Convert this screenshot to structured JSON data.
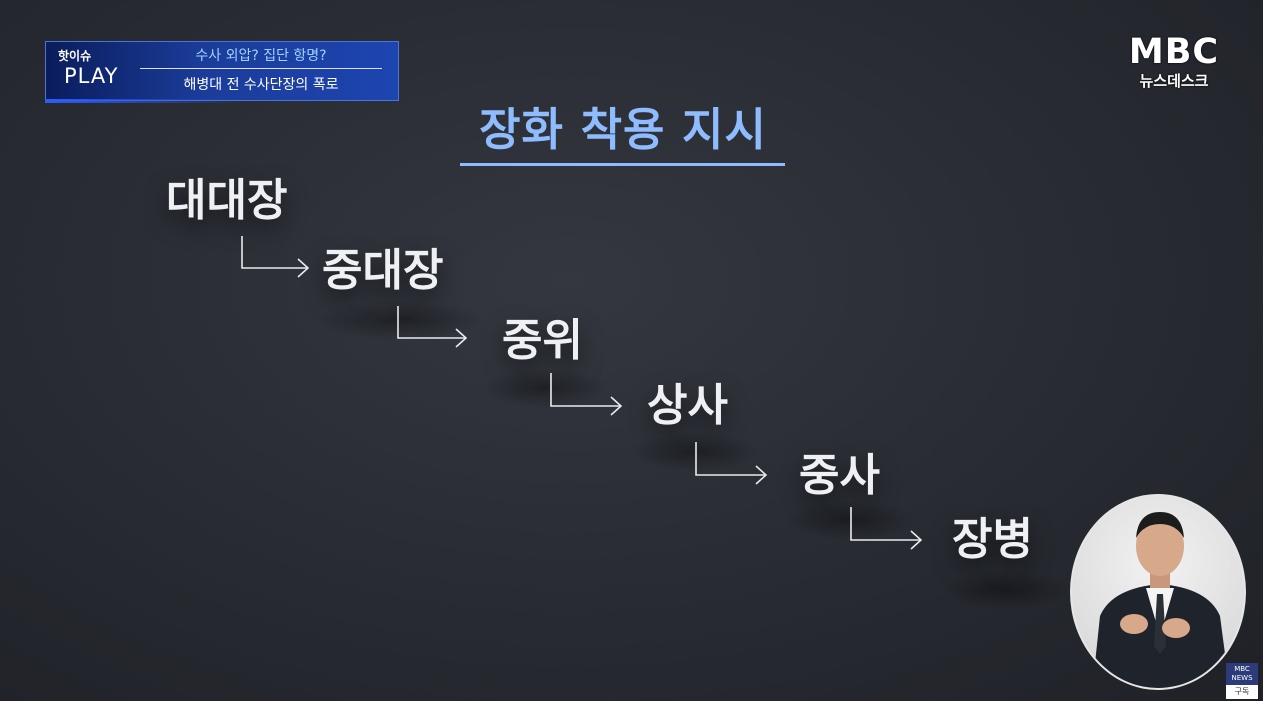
{
  "banner": {
    "program_small": "핫이슈",
    "program_big": "PLAY",
    "headline": "수사 외압? 집단 항명?",
    "subheadline": "해병대 전 수사단장의 폭로"
  },
  "broadcaster": {
    "logo": "MBC",
    "program": "뉴스데스크"
  },
  "title": "장화 착용 지시",
  "chain": [
    "대대장",
    "중대장",
    "중위",
    "상사",
    "중사",
    "장병"
  ],
  "corner_badge": {
    "logo": "MBC",
    "sub": "NEWS",
    "subscribe": "구독"
  },
  "colors": {
    "title": "#8fbcff",
    "banner_bg": "#1b3c9a",
    "text": "#eef0f4"
  }
}
